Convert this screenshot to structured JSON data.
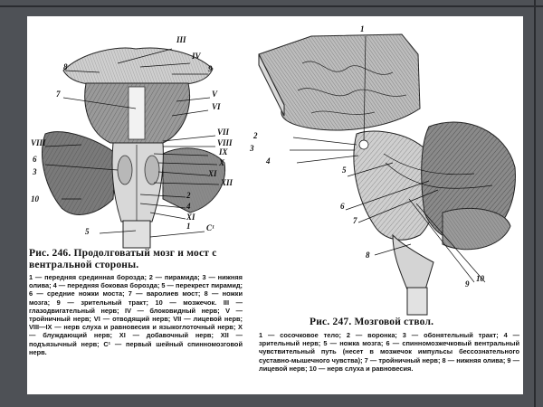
{
  "fig246": {
    "labels": [
      "III",
      "IV",
      "8",
      "9",
      "7",
      "V",
      "VI",
      "VII",
      "VIII",
      "VIII",
      "6",
      "IX",
      "3",
      "X",
      "XI",
      "XII",
      "10",
      "2",
      "4",
      "XI",
      "1",
      "5",
      "C¹"
    ],
    "caption_title": "Рис. 246. Продолговатый мозг и мост с вентральной стороны.",
    "caption_body": "1 — передняя срединная борозда; 2 — пирамида; 3 — нижняя олива; 4 — передняя боковая борозда; 5 — перекрест пирамид; 6 — средние ножки моста; 7 — варолиев мост; 8 — ножки мозга; 9 — зрительный тракт; 10 — мозжечок. III — глазодвигательный нерв; IV — блоковидный нерв; V — тройничный нерв; VI — отводящий нерв; VII — лицевой нерв; VIII—IX — нерв слуха и равновесия и языкоглоточный нерв; X — блуждающий нерв; XI — добавочный нерв; XII — подъязычный нерв; C¹ — первый шейный спинномозговой нерв."
  },
  "fig247": {
    "labels": [
      "1",
      "2",
      "3",
      "4",
      "5",
      "6",
      "7",
      "8",
      "9",
      "10"
    ],
    "caption_title": "Рис. 247. Мозговой ствол.",
    "caption_body": "1 — сосочковое тело; 2 — воронка; 3 — обонятельный тракт; 4 — зрительный нерв; 5 — ножка мозга; 6 — спинномозжечковый вентральный чувствительный путь (несет в мозжечок импульсы бессознательного суставно-мышечного чувства); 7 — тройничный нерв; 8 — нижняя олива; 9 — лицевой нерв; 10 — нерв слуха и равновесия."
  }
}
